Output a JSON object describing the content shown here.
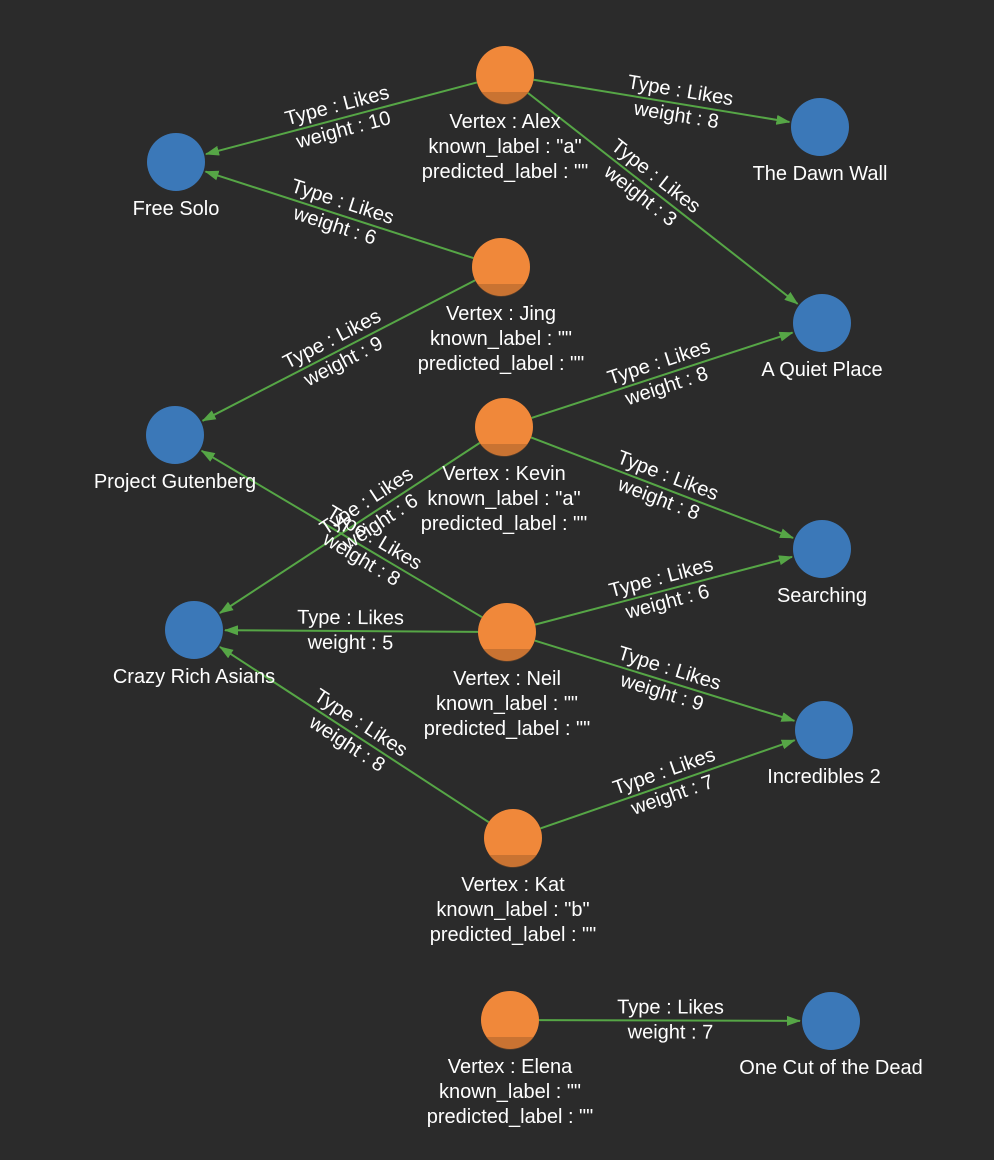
{
  "colors": {
    "background": "#2b2b2b",
    "user_node": "#f0883a",
    "user_node_shadow": "#9a5a2a",
    "movie_node": "#3b78b8",
    "edge": "#56a646",
    "text": "#ffffff"
  },
  "users": [
    {
      "id": "alex",
      "lines": [
        "Vertex : Alex",
        "known_label : \"a\"",
        "predicted_label : \"\""
      ]
    },
    {
      "id": "jing",
      "lines": [
        "Vertex : Jing",
        "known_label : \"\"",
        "predicted_label : \"\""
      ]
    },
    {
      "id": "kevin",
      "lines": [
        "Vertex : Kevin",
        "known_label : \"a\"",
        "predicted_label : \"\""
      ]
    },
    {
      "id": "neil",
      "lines": [
        "Vertex : Neil",
        "known_label : \"\"",
        "predicted_label : \"\""
      ]
    },
    {
      "id": "kat",
      "lines": [
        "Vertex : Kat",
        "known_label : \"b\"",
        "predicted_label : \"\""
      ]
    },
    {
      "id": "elena",
      "lines": [
        "Vertex : Elena",
        "known_label : \"\"",
        "predicted_label : \"\""
      ]
    }
  ],
  "movies": [
    {
      "id": "free-solo",
      "label": "Free Solo"
    },
    {
      "id": "dawn-wall",
      "label": "The Dawn Wall"
    },
    {
      "id": "quiet-place",
      "label": "A Quiet Place"
    },
    {
      "id": "gutenberg",
      "label": "Project Gutenberg"
    },
    {
      "id": "searching",
      "label": "Searching"
    },
    {
      "id": "crazy-rich",
      "label": "Crazy Rich Asians"
    },
    {
      "id": "incredibles",
      "label": "Incredibles 2"
    },
    {
      "id": "one-cut",
      "label": "One Cut of the Dead"
    }
  ],
  "edges": [
    {
      "from": "alex",
      "to": "free-solo",
      "type": "Type : Likes",
      "weight": "weight : 10"
    },
    {
      "from": "alex",
      "to": "dawn-wall",
      "type": "Type : Likes",
      "weight": "weight : 8"
    },
    {
      "from": "alex",
      "to": "quiet-place",
      "type": "Type : Likes",
      "weight": "weight : 3"
    },
    {
      "from": "jing",
      "to": "free-solo",
      "type": "Type : Likes",
      "weight": "weight : 6"
    },
    {
      "from": "jing",
      "to": "gutenberg",
      "type": "Type : Likes",
      "weight": "weight : 9"
    },
    {
      "from": "kevin",
      "to": "quiet-place",
      "type": "Type : Likes",
      "weight": "weight : 8"
    },
    {
      "from": "kevin",
      "to": "searching",
      "type": "Type : Likes",
      "weight": "weight : 8"
    },
    {
      "from": "kevin",
      "to": "crazy-rich",
      "type": "Type : Likes",
      "weight": "weight : 6"
    },
    {
      "from": "neil",
      "to": "gutenberg",
      "type": "Type : Likes",
      "weight": "weight : 8"
    },
    {
      "from": "neil",
      "to": "crazy-rich",
      "type": "Type : Likes",
      "weight": "weight : 5"
    },
    {
      "from": "neil",
      "to": "searching",
      "type": "Type : Likes",
      "weight": "weight : 6"
    },
    {
      "from": "neil",
      "to": "incredibles",
      "type": "Type : Likes",
      "weight": "weight : 9"
    },
    {
      "from": "kat",
      "to": "crazy-rich",
      "type": "Type : Likes",
      "weight": "weight : 8"
    },
    {
      "from": "kat",
      "to": "incredibles",
      "type": "Type : Likes",
      "weight": "weight : 7"
    },
    {
      "from": "elena",
      "to": "one-cut",
      "type": "Type : Likes",
      "weight": "weight : 7"
    }
  ]
}
